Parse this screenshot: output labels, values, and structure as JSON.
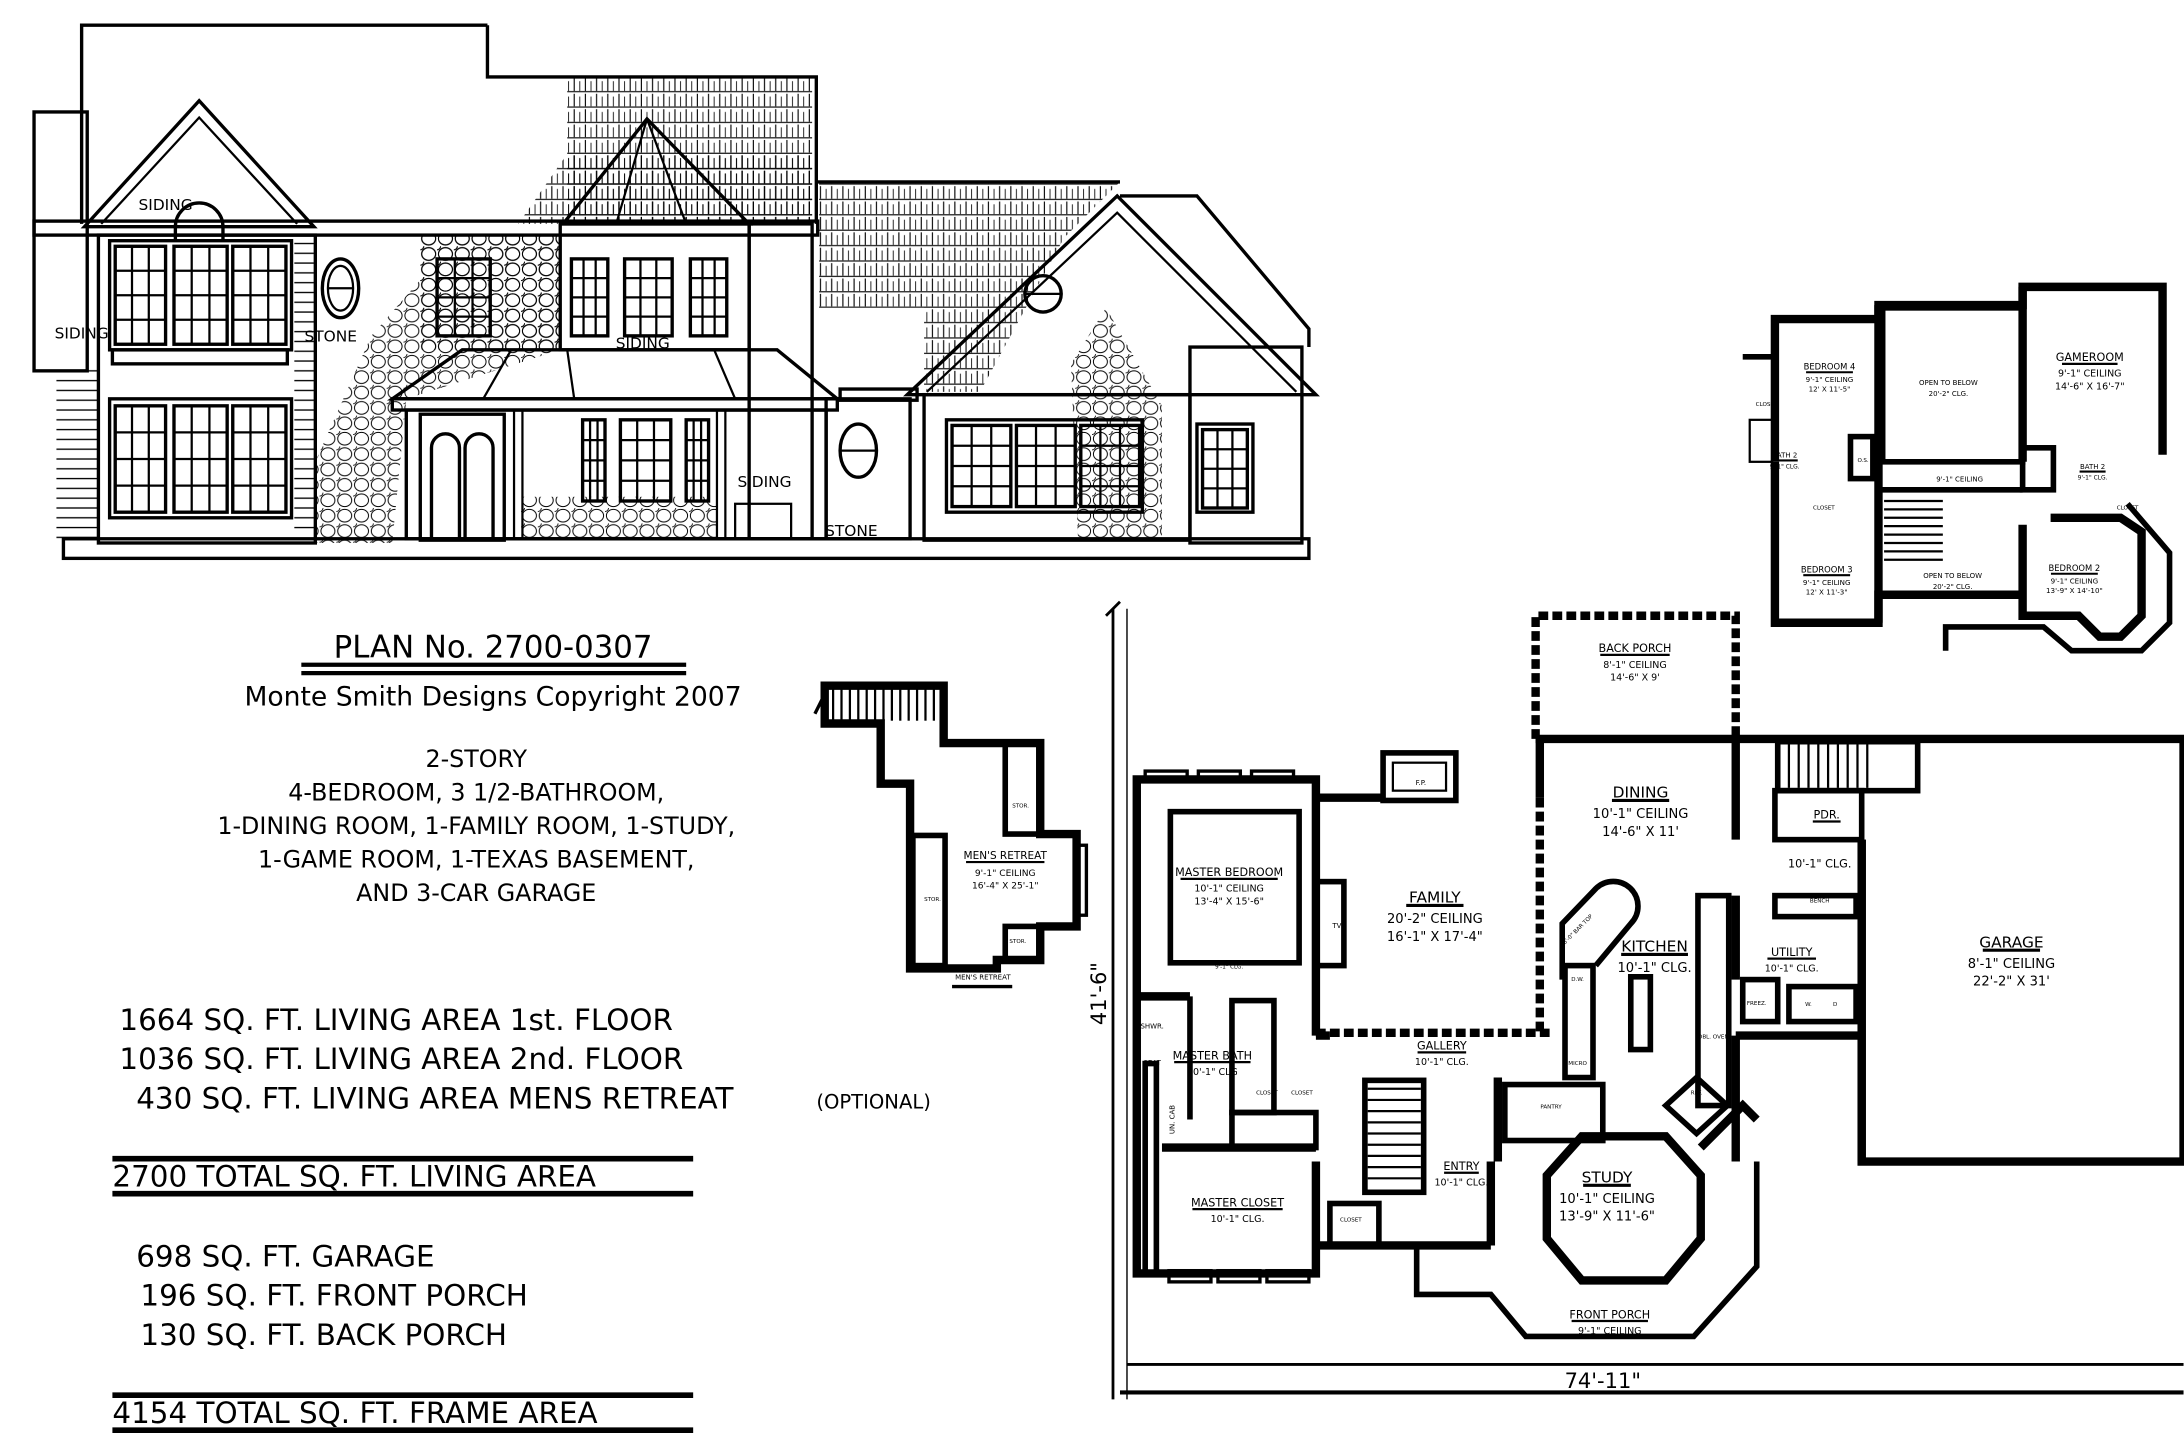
{
  "elevation": {
    "material_labels": [
      "SIDING",
      "SIDING",
      "STONE",
      "SIDING",
      "SIDING",
      "STONE"
    ]
  },
  "title_block": {
    "plan_number": "PLAN No. 2700-0307",
    "copyright": "Monte Smith Designs Copyright 2007",
    "description": [
      "2-STORY",
      "4-BEDROOM, 3 1/2-BATHROOM,",
      "1-DINING ROOM, 1-FAMILY ROOM, 1-STUDY,",
      "1-GAME ROOM, 1-TEXAS BASEMENT,",
      "AND 3-CAR GARAGE"
    ]
  },
  "area_summary": {
    "living": [
      "1664 SQ. FT. LIVING AREA 1st. FLOOR",
      "1036 SQ. FT. LIVING AREA 2nd. FLOOR",
      "430 SQ. FT. LIVING AREA MENS RETREAT"
    ],
    "optional_note": "(OPTIONAL)",
    "total_living": "2700 TOTAL SQ. FT. LIVING AREA",
    "other": [
      "698 SQ. FT. GARAGE",
      "196 SQ. FT. FRONT PORCH",
      "130 SQ. FT. BACK PORCH"
    ],
    "total_frame": "4154 TOTAL SQ. FT. FRAME AREA"
  },
  "mens_retreat": {
    "room": {
      "name": "MEN'S RETREAT",
      "lines": [
        "9'-1\" CEILING",
        "16'-4\" X 25'-1\""
      ]
    },
    "storage_labels": [
      "STOR.",
      "STOR.",
      "STOR."
    ],
    "caption": "MEN'S RETREAT"
  },
  "first_floor": {
    "dimensions": {
      "depth": "41'-6\"",
      "width": "74'-11\""
    },
    "rooms": [
      {
        "name": "BACK PORCH",
        "lines": [
          "8'-1\" CEILING",
          "14'-6\" X 9'"
        ]
      },
      {
        "name": "DINING",
        "lines": [
          "10'-1\" CEILING",
          "14'-6\" X 11'"
        ]
      },
      {
        "name": "FAMILY",
        "lines": [
          "20'-2\" CEILING",
          "16'-1\" X 17'-4\""
        ]
      },
      {
        "name": "MASTER BEDROOM",
        "lines": [
          "10'-1\" CEILING",
          "13'-4\" X 15'-6\""
        ]
      },
      {
        "name": "KITCHEN",
        "lines": [
          "10'-1\" CLG."
        ]
      },
      {
        "name": "UTILITY",
        "lines": [
          "10'-1\" CLG."
        ]
      },
      {
        "name": "GARAGE",
        "lines": [
          "8'-1\" CEILING",
          "22'-2\" X 31'"
        ]
      },
      {
        "name": "GALLERY",
        "lines": [
          "10'-1\" CLG."
        ]
      },
      {
        "name": "MASTER BATH",
        "lines": [
          "10'-1\" CLG"
        ]
      },
      {
        "name": "MASTER CLOSET",
        "lines": [
          "10'-1\" CLG."
        ]
      },
      {
        "name": "ENTRY",
        "lines": [
          "10'-1\" CLG."
        ]
      },
      {
        "name": "STUDY",
        "lines": [
          "10'-1\" CEILING",
          "13'-9\" X 11'-6\""
        ]
      },
      {
        "name": "FRONT PORCH",
        "lines": [
          "9'-1\" CEILING"
        ]
      },
      {
        "name": "PDR.",
        "lines": []
      }
    ],
    "fixture_labels": [
      "F.P.",
      "TV",
      "SHWR.",
      "SEAT",
      "UN. CAB",
      "CLOSET",
      "CLOSET",
      "CLOSET",
      "PANTRY",
      "D.W.",
      "MICRO",
      "REF.",
      "DBL. OVEN",
      "BENCH",
      "FREEZ.",
      "W.",
      "D",
      "3'-0\" BAR TOP",
      "9'-1\" CLG.",
      "10'-1\" CLG."
    ]
  },
  "second_floor": {
    "rooms": [
      {
        "name": "BEDROOM 4",
        "lines": [
          "9'-1\" CEILING",
          "12' X 11'-5\""
        ]
      },
      {
        "name": "GAMEROOM",
        "lines": [
          "9'-1\" CEILING",
          "14'-6\" X 16'-7\""
        ]
      },
      {
        "name": "BEDROOM 3",
        "lines": [
          "9'-1\" CEILING",
          "12' X 11'-3\""
        ]
      },
      {
        "name": "BEDROOM 2",
        "lines": [
          "9'-1\" CEILING",
          "13'-9\" X 14'-10\""
        ]
      },
      {
        "name": "BATH 2",
        "lines": [
          "9'-1\" CLG."
        ]
      },
      {
        "name": "BATH 2",
        "lines": [
          "9'-1\" CLG."
        ]
      }
    ],
    "fixture_labels": [
      "OPEN TO BELOW",
      "20'-2\" CLG.",
      "OPEN TO BELOW",
      "20'-2\" CLG.",
      "9'-1\" CEILING",
      "CLOSET",
      "CLOSET",
      "CLOSET",
      "O.S."
    ]
  }
}
